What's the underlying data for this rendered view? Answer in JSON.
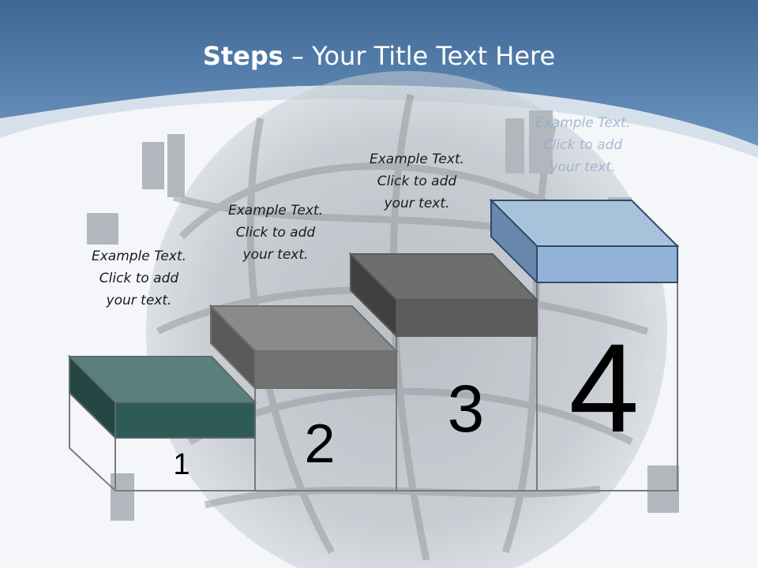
{
  "slide": {
    "title_bold": "Steps",
    "title_rest": " – Your Title Text Here"
  },
  "steps": [
    {
      "number": "1",
      "line1": "Example Text.",
      "line2": "Click  to add",
      "line3": "your text.",
      "color": "#2c5a57"
    },
    {
      "number": "2",
      "line1": "Example Text.",
      "line2": "Click  to add",
      "line3": "your text.",
      "color": "#6a6a6a"
    },
    {
      "number": "3",
      "line1": "Example Text.",
      "line2": "Click  to add",
      "line3": "your text.",
      "color": "#5a5a5a"
    },
    {
      "number": "4",
      "line1": "Example Text.",
      "line2": "Click  to add",
      "line3": "your text.",
      "color": "#8eaed0"
    }
  ],
  "colors": {
    "header_blue": "#4f7aa8",
    "header_light": "#7aa0c6",
    "background": "#f4f6f9"
  }
}
